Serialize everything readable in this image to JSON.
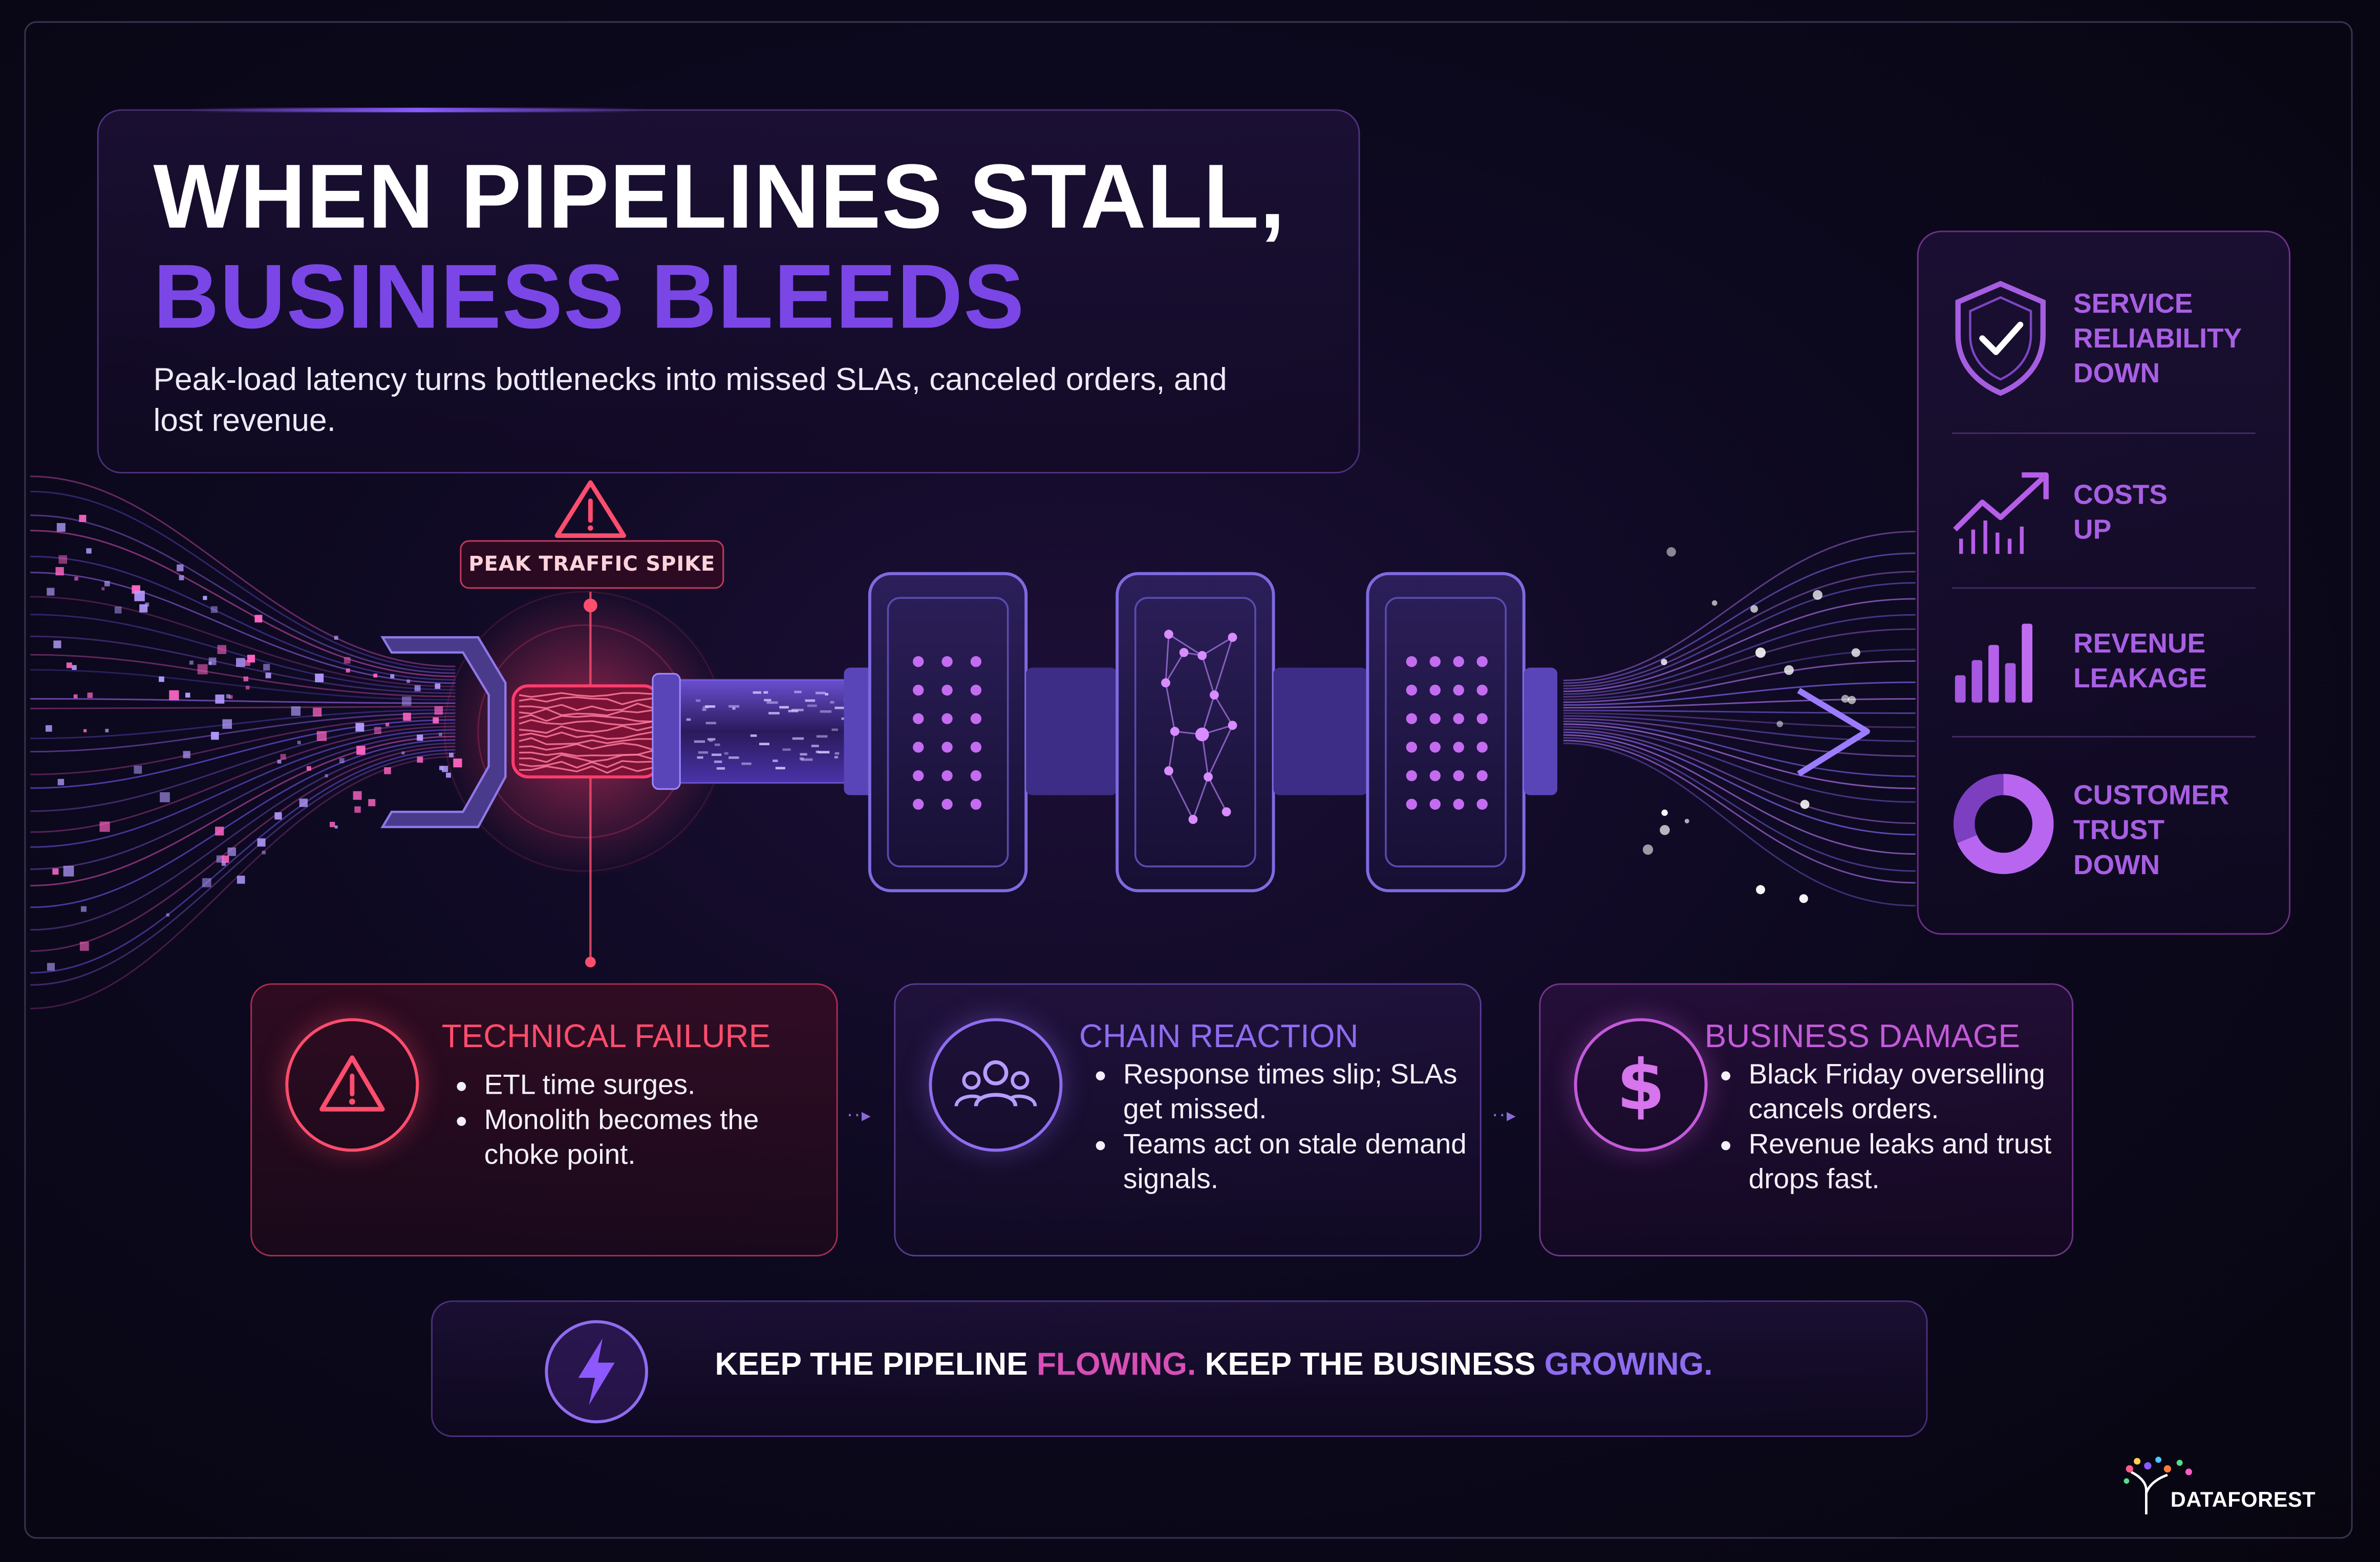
{
  "title": {
    "line1": "WHEN PIPELINES STALL,",
    "line2": "BUSINESS BLEEDS",
    "subtitle": "Peak-load latency turns bottlenecks into missed SLAs, canceled orders, and lost revenue."
  },
  "pipeline": {
    "spike_label": "PEAK TRAFFIC SPIKE",
    "warning_icon": "warning-triangle-icon"
  },
  "impacts": [
    {
      "icon": "shield-check-icon",
      "label_lines": [
        "SERVICE",
        "RELIABILITY",
        "DOWN"
      ]
    },
    {
      "icon": "trend-up-icon",
      "label_lines": [
        "COSTS",
        "UP"
      ]
    },
    {
      "icon": "bar-chart-icon",
      "label_lines": [
        "REVENUE",
        "LEAKAGE"
      ]
    },
    {
      "icon": "donut-chart-icon",
      "label_lines": [
        "CUSTOMER",
        "TRUST",
        "DOWN"
      ]
    }
  ],
  "cards": [
    {
      "icon": "warning-icon",
      "title": "TECHNICAL FAILURE",
      "bullets": [
        "ETL time surges.",
        "Monolith becomes the choke point."
      ]
    },
    {
      "icon": "people-icon",
      "title": "CHAIN REACTION",
      "bullets": [
        "Response times slip; SLAs get missed.",
        "Teams act on stale demand signals."
      ]
    },
    {
      "icon": "dollar-icon",
      "title": "BUSINESS DAMAGE",
      "bullets": [
        "Black Friday overselling cancels orders.",
        "Revenue leaks and trust drops fast."
      ]
    }
  ],
  "tagline": {
    "icon": "lightning-icon",
    "part1": "KEEP THE PIPELINE ",
    "highlight1": "FLOWING.",
    "part2": " KEEP THE BUSINESS ",
    "highlight2": "GROWING."
  },
  "brand": {
    "logo_icon": "tree-logo-icon",
    "name": "DATAFOREST"
  },
  "colors": {
    "background": "#0a0716",
    "accent_purple": "#7b46e6",
    "accent_pink": "#d84fb6",
    "alert_red": "#ff4d6d",
    "impact_label": "#a85fe3",
    "chain_title": "#8f6cf0",
    "biz_title": "#c35ad8"
  }
}
